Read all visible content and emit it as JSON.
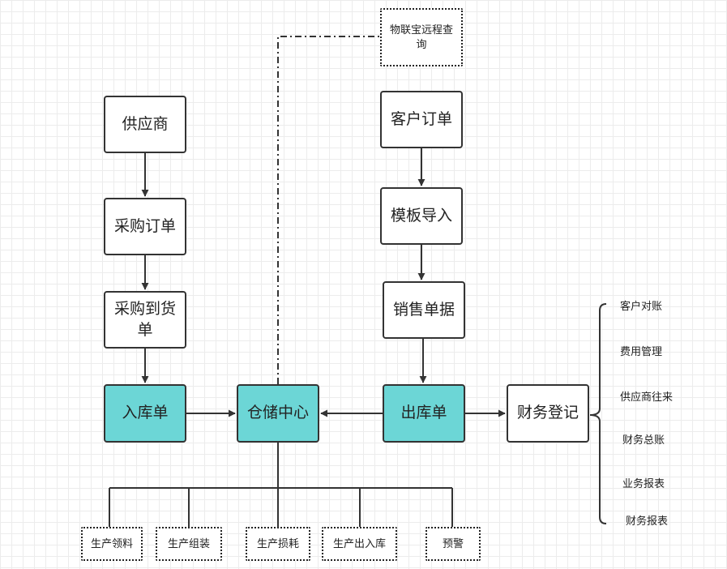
{
  "nodes": {
    "supplier": "供应商",
    "purchase_order": "采购订单",
    "purchase_arrival": "采购到货单",
    "inbound": "入库单",
    "warehouse": "仓储中心",
    "iot_query": "物联宝远程查询",
    "customer_order": "客户订单",
    "template_import": "模板导入",
    "sales_doc": "销售单据",
    "outbound": "出库单",
    "finance": "财务登记"
  },
  "bottom_items": [
    "生产领料",
    "生产组装",
    "生产损耗",
    "生产出入库",
    "预警"
  ],
  "finance_items": [
    "客户对账",
    "费用管理",
    "供应商往来",
    "财务总账",
    "业务报表",
    "财务报表"
  ],
  "colors": {
    "accent": "#6cd6d6",
    "line": "#333333",
    "grid": "#ececec"
  }
}
